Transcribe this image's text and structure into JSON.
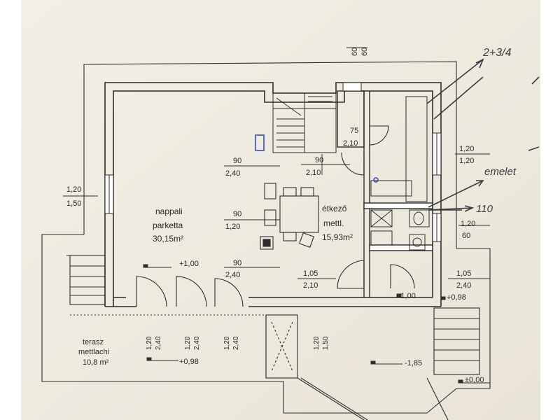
{
  "colors": {
    "paper": "#f1ede2",
    "ink": "#2e2d2c",
    "wall_fill": "#ffffff",
    "pen_blue": "#3b4fb0",
    "handwriting": "#3a3a44"
  },
  "rooms": {
    "living_name": "nappali",
    "living_floor": "parketta",
    "living_area": "30,15m²",
    "dining_name": "étkező",
    "dining_floor": "mettl.",
    "dining_area": "15,93m²",
    "terrace_name": "terasz",
    "terrace_floor": "mettlachi",
    "terrace_area": "10,8 m²"
  },
  "openings": [
    {
      "w": "60",
      "h": "60"
    },
    {
      "w": "75",
      "h": "2,10"
    },
    {
      "w": "1,20",
      "h": "1,20"
    },
    {
      "w": "90",
      "h": "2,40"
    },
    {
      "w": "90",
      "h": "2,10"
    },
    {
      "w": "1,20",
      "h": "1,50"
    },
    {
      "w": "90",
      "h": "1,20"
    },
    {
      "w": "1,20",
      "h": "60"
    },
    {
      "w": "90",
      "h": "2,40"
    },
    {
      "w": "1,05",
      "h": "2,10"
    },
    {
      "w": "1,05",
      "h": "2,40"
    }
  ],
  "vertical_openings": [
    {
      "w": "1,20",
      "h": "2,40"
    },
    {
      "w": "1,20",
      "h": "2,40"
    },
    {
      "w": "1,20",
      "h": "2,40"
    },
    {
      "w": "1,20",
      "h": "1,50"
    }
  ],
  "levels": [
    "+1,00",
    "+1,00",
    "+0,98",
    "+0,98",
    "-1,85",
    "±0,00"
  ],
  "handwritten": {
    "top_note": "2+3/4",
    "emelet_note": "emelet",
    "arrow_note": "110"
  }
}
